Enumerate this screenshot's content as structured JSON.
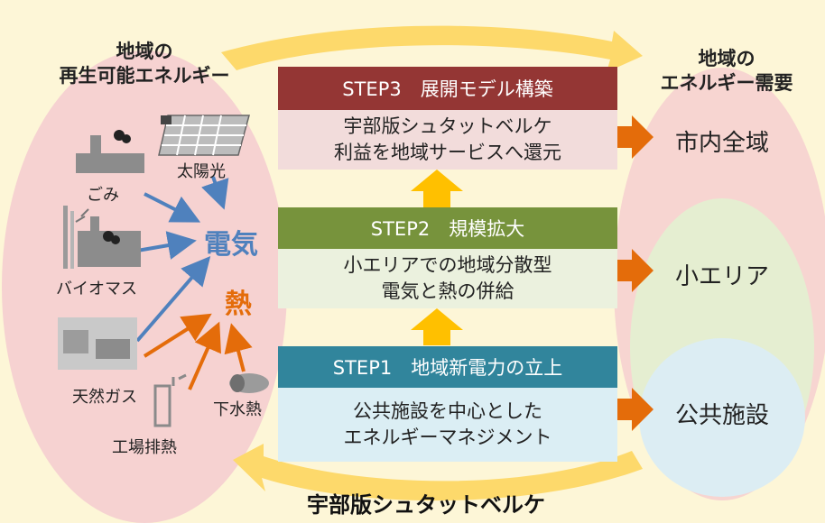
{
  "supply_heading": {
    "line1": "地域の",
    "line2": "再生可能エネルギー"
  },
  "demand_heading": {
    "line1": "地域の",
    "line2": "エネルギー需要"
  },
  "sources": {
    "garbage": "ごみ",
    "solar": "太陽光",
    "biomass": "バイオマス",
    "natural_gas": "天然ガス",
    "factory_heat": "工場排熱",
    "sewage_heat": "下水熱"
  },
  "outputs": {
    "electricity": "電気",
    "heat": "熱"
  },
  "steps": [
    {
      "header": "STEP3　展開モデル構築",
      "body1": "宇部版シュタットベルケ",
      "body2": "利益を地域サービスへ還元",
      "demand": "市内全域"
    },
    {
      "header": "STEP2　規模拡大",
      "body1": "小エリアでの地域分散型",
      "body2": "電気と熱の併給",
      "demand": "小エリア"
    },
    {
      "header": "STEP1　地域新電力の立上",
      "body1": "公共施設を中心とした",
      "body2": "エネルギーマネジメント",
      "demand": "公共施設"
    }
  ],
  "cycle_label": "宇部版シュタットベルケ",
  "colors": {
    "step3_header": "#943634",
    "step3_body": "#f2dcdb",
    "step2_header": "#77933c",
    "step2_body": "#ebf1de",
    "step1_header": "#31859c",
    "step1_body": "#dbeef4",
    "electric": "#4f81bd",
    "heat": "#e46c0a",
    "cycle": "#fdd96b"
  }
}
